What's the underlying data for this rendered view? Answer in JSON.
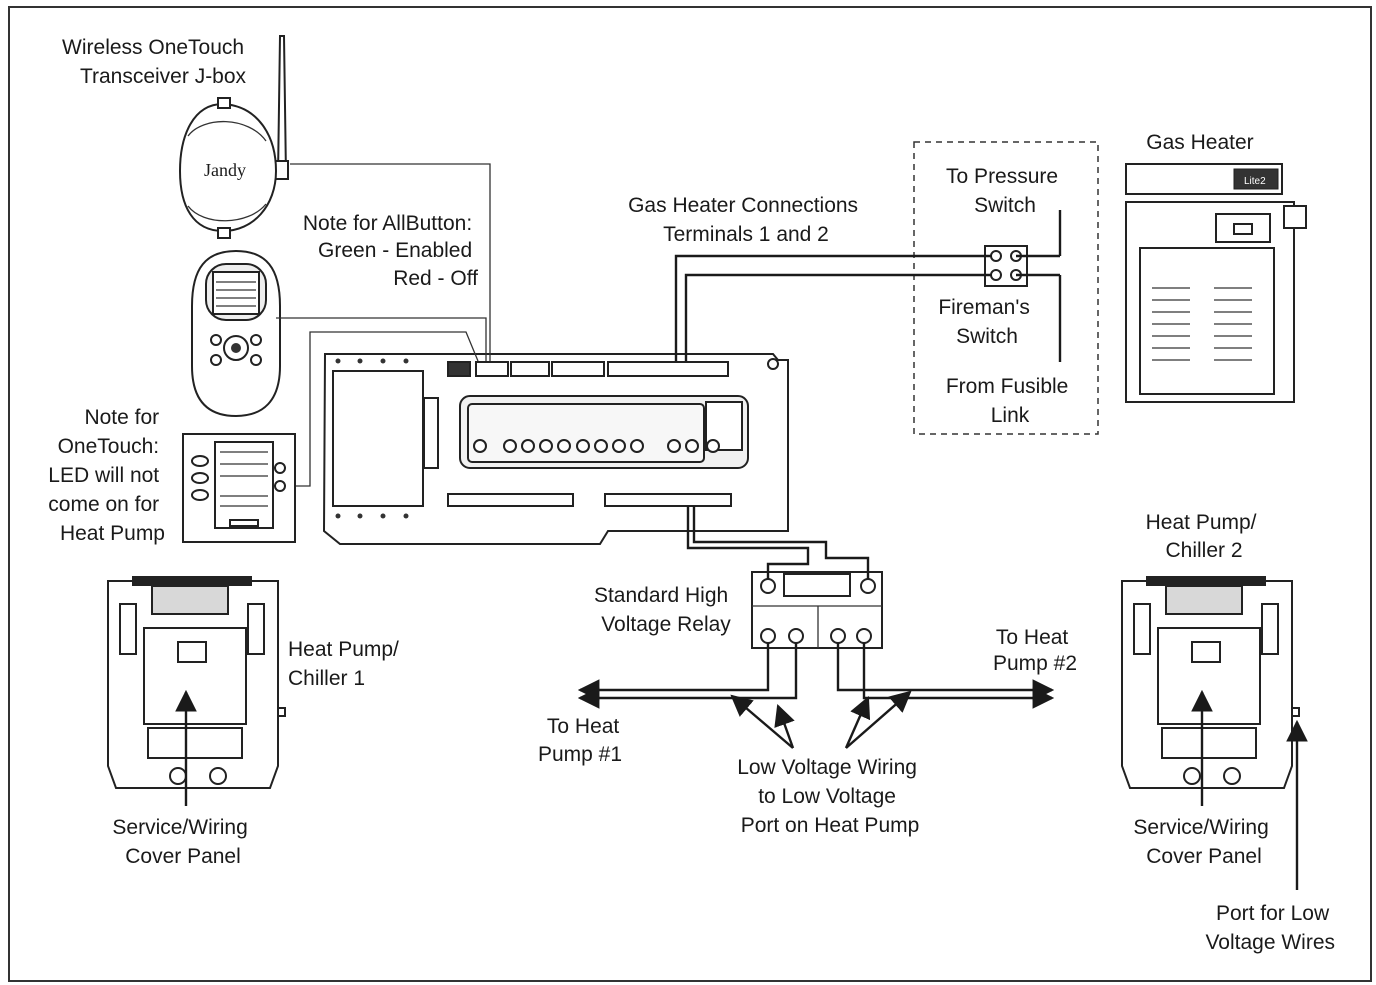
{
  "labels": {
    "wireless_transceiver": [
      "Wireless OneTouch",
      "Transceiver J-box"
    ],
    "allbutton_note": [
      "Note for AllButton:",
      "Green - Enabled",
      "Red - Off"
    ],
    "gas_heater_connections": [
      "Gas Heater Connections",
      "Terminals 1 and 2"
    ],
    "to_pressure_switch": [
      "To Pressure",
      "Switch"
    ],
    "firemans_switch": [
      "Fireman's",
      "Switch"
    ],
    "from_fusible_link": [
      "From Fusible",
      "Link"
    ],
    "gas_heater": [
      "Gas Heater"
    ],
    "onetouch_note": [
      "Note for",
      "OneTouch:",
      "LED will not",
      "come on for",
      "Heat Pump"
    ],
    "heat_pump_1": [
      "Heat Pump/",
      "Chiller 1"
    ],
    "heat_pump_2": [
      "Heat Pump/",
      "Chiller 2"
    ],
    "service_panel_1": [
      "Service/Wiring",
      "Cover Panel"
    ],
    "service_panel_2": [
      "Service/Wiring",
      "Cover Panel"
    ],
    "relay": [
      "Standard High",
      "Voltage Relay"
    ],
    "to_heat_pump_1": [
      "To Heat",
      "Pump #1"
    ],
    "to_heat_pump_2": [
      "To Heat",
      "Pump #2"
    ],
    "low_voltage_wiring": [
      "Low Voltage Wiring",
      "to Low Voltage",
      "Port on Heat Pump"
    ],
    "port_low_voltage": [
      "Port for Low",
      "Voltage Wires"
    ]
  },
  "logos": {
    "jandy": "Jandy",
    "heater_brand": "Lite2"
  },
  "icons": [
    "antenna-icon",
    "remote-icon",
    "control-panel-icon",
    "relay-icon",
    "heater-icon",
    "heat-pump-icon"
  ],
  "colors": {
    "line": "#1a1a1a",
    "fill": "#ffffff",
    "shade": "#d8d8d8"
  }
}
